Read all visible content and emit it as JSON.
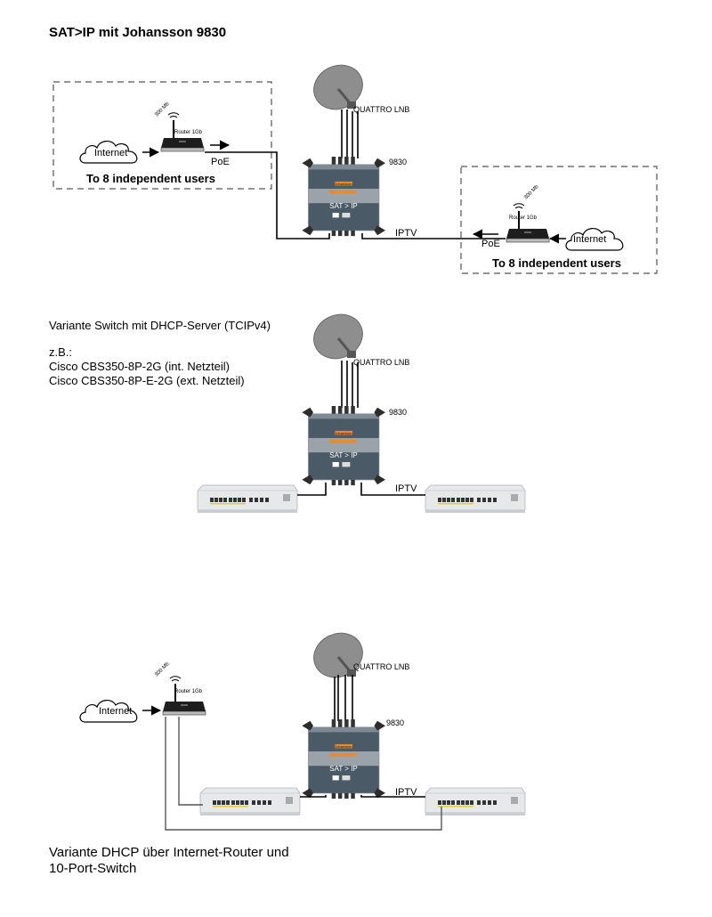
{
  "title": "SAT>IP mit Johansson 9830",
  "labels": {
    "lnb": "QUATTRO LNB",
    "device": "9830",
    "iptv": "IPTV",
    "poe": "PoE",
    "internet": "Internet",
    "router": "Router 1Gb",
    "speed": "300 Mb",
    "users": "To 8 independent users",
    "device_brand": "Johansson",
    "device_face": "SAT > IP"
  },
  "section2": {
    "heading": "Variante Switch mit DHCP-Server (TCIPv4)",
    "example_label": "z.B.:",
    "examples": [
      "Cisco CBS350-8P-2G (int. Netzteil)",
      "Cisco CBS350-8P-E-2G (ext. Netzteil)"
    ]
  },
  "section3": {
    "caption_line1": "Variante DHCP über Internet-Router und",
    "caption_line2": "10-Port-Switch"
  },
  "colors": {
    "device_body": "#4a5a66",
    "device_band": "#9aa3aa",
    "accent_orange": "#e8892a",
    "dish": "#8e8e8e",
    "switch": "#e6e8ea"
  }
}
